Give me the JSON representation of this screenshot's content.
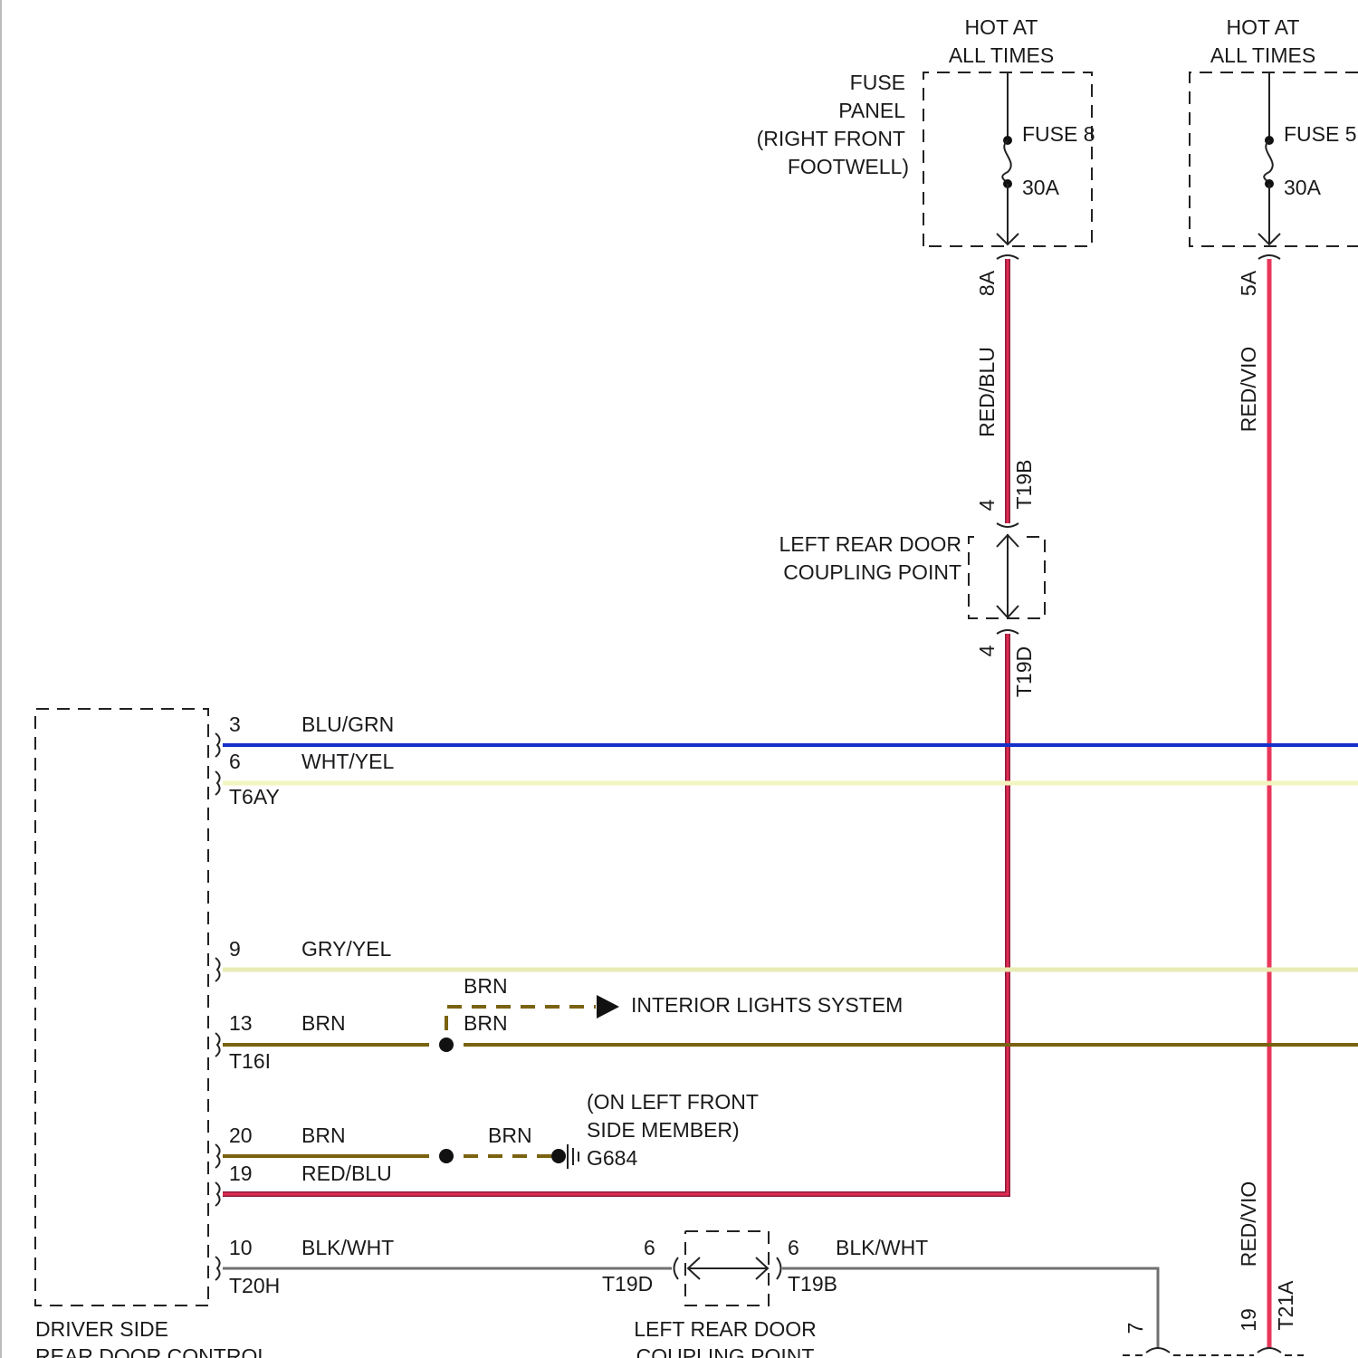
{
  "colors": {
    "red_blu": "#e02a52",
    "red_blu_edge": "#8a1d3a",
    "red_vio": "#e8375b",
    "blu_grn": "#1530c8",
    "wht_yel": "#f2f5c0",
    "gry_yel": "#e9ecb4",
    "brn": "#7a6210",
    "blk_wht": "#707070"
  },
  "fuse_panel": {
    "label_lines": [
      "FUSE",
      "PANEL",
      "(RIGHT FRONT",
      "FOOTWELL)"
    ],
    "hot_a": [
      "HOT AT",
      "ALL TIMES"
    ],
    "hot_b": [
      "HOT AT",
      "ALL TIMES"
    ],
    "fuse8": {
      "name": "FUSE 8",
      "rating": "30A",
      "terminal": "8A",
      "wire": "RED/BLU"
    },
    "fuse5": {
      "name": "FUSE 5",
      "rating": "30A",
      "terminal": "5A",
      "wire": "RED/VIO"
    }
  },
  "upper_coupling": {
    "label_lines": [
      "LEFT REAR DOOR",
      "COUPLING POINT"
    ],
    "top_pin": "4",
    "top_connector": "T19B",
    "bottom_pin": "4",
    "bottom_connector": "T19D"
  },
  "module": {
    "label_lines": [
      "DRIVER SIDE",
      "REAR DOOR CONTROL"
    ],
    "connectors": [
      "T6AY",
      "T16I",
      "T20H"
    ],
    "pins": [
      {
        "pin": "3",
        "wire": "BLU/GRN"
      },
      {
        "pin": "6",
        "wire": "WHT/YEL"
      },
      {
        "pin": "9",
        "wire": "GRY/YEL"
      },
      {
        "pin": "13",
        "wire": "BRN"
      },
      {
        "pin": "20",
        "wire": "BRN"
      },
      {
        "pin": "19",
        "wire": "RED/BLU"
      },
      {
        "pin": "10",
        "wire": "BLK/WHT"
      }
    ]
  },
  "interior_branch": {
    "wire_upper": "BRN",
    "wire_lower": "BRN",
    "label": "INTERIOR LIGHTS SYSTEM"
  },
  "ground": {
    "wire": "BRN",
    "location_lines": [
      "(ON LEFT FRONT",
      "SIDE MEMBER)"
    ],
    "name": "G684"
  },
  "lower_coupling": {
    "label_lines": [
      "LEFT REAR DOOR",
      "COUPLING POINT"
    ],
    "left_pin": "6",
    "left_connector": "T19D",
    "right_pin": "6",
    "right_connector": "T19B",
    "wire": "BLK/WHT"
  },
  "bottom_right": {
    "wire": "RED/VIO",
    "pin_a": "7",
    "pin_b": "19",
    "connector": "T21A"
  }
}
